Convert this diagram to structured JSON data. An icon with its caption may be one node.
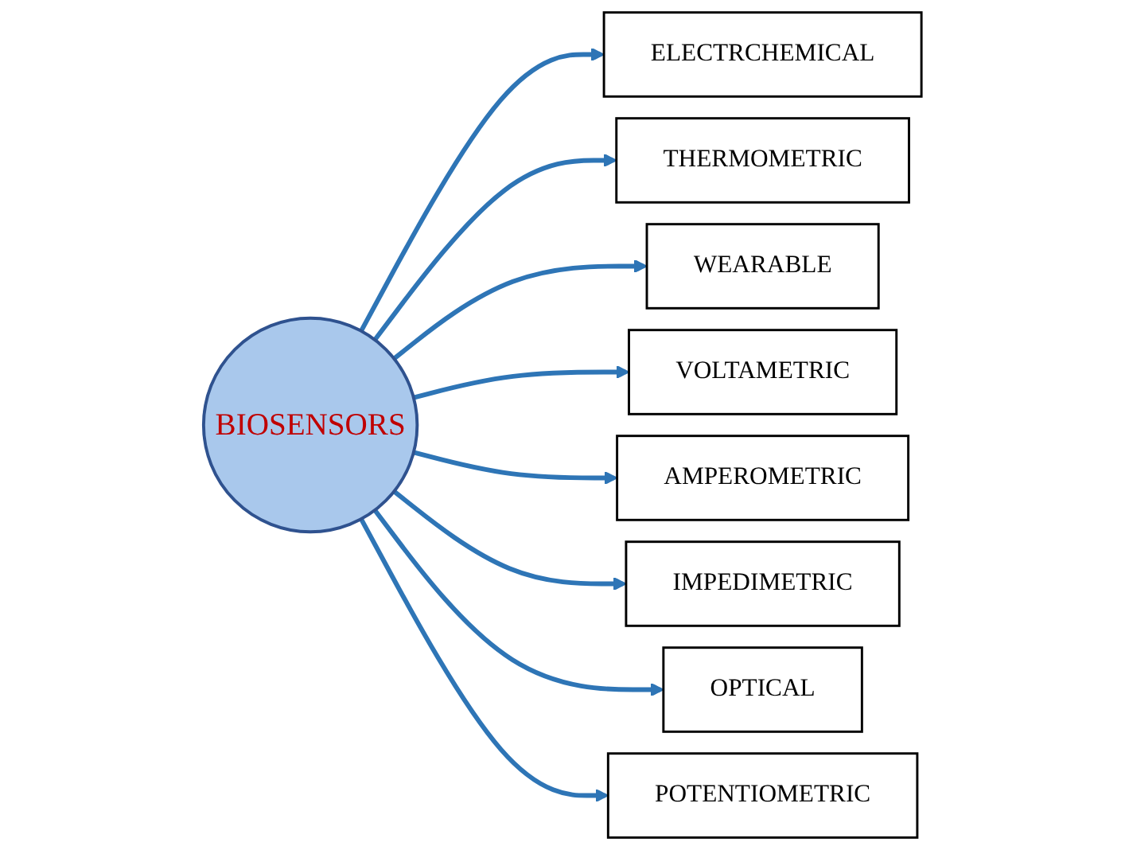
{
  "diagram": {
    "nodes": [
      {
        "text": [
          "BIOSENSORS"
        ]
      },
      {
        "text": [
          "ELECTRCHEMICAL"
        ]
      },
      {
        "text": [
          "THERMOMETRIC"
        ]
      },
      {
        "text": [
          "WEARABLE"
        ]
      },
      {
        "text": [
          "VOLTAMETRIC"
        ]
      },
      {
        "text": [
          "AMPEROMETRIC"
        ]
      },
      {
        "text": [
          "IMPEDIMETRIC"
        ]
      },
      {
        "text": [
          "OPTICAL"
        ]
      },
      {
        "text": [
          "POTENTIOMETRIC"
        ]
      }
    ],
    "edges": [
      {
        "from": 0,
        "to": 1,
        "arrow": "to"
      },
      {
        "from": 0,
        "to": 2,
        "arrow": "to"
      },
      {
        "from": 0,
        "to": 3,
        "arrow": "to"
      },
      {
        "from": 0,
        "to": 4,
        "arrow": "to"
      },
      {
        "from": 0,
        "to": 5,
        "arrow": "to"
      },
      {
        "from": 0,
        "to": 6,
        "arrow": "to"
      },
      {
        "from": 0,
        "to": 7,
        "arrow": "to"
      },
      {
        "from": 0,
        "to": 8,
        "arrow": "to"
      }
    ]
  }
}
